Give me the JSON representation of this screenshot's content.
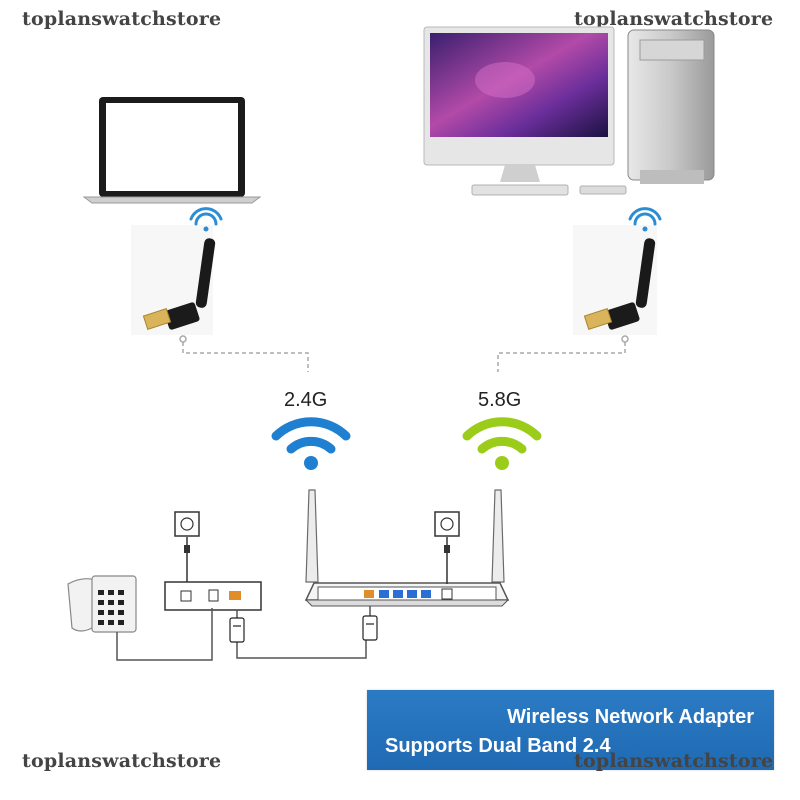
{
  "watermarks": {
    "top_left": "toplanswatchstore",
    "top_right": "toplanswatchstore",
    "bottom_left": "toplanswatchstore",
    "bottom_right": "toplanswatchstore"
  },
  "bands": {
    "left_label": "2.4G",
    "right_label": "5.8G",
    "left_color": "#1f7fd0",
    "right_color": "#9ccc1a"
  },
  "banner": {
    "line1": "Wireless Network Adapter",
    "line2": "Supports Dual Band 2.4",
    "background": "#2274bd"
  },
  "icons": {
    "laptop": "laptop-icon",
    "desktop": "desktop-computer-icon",
    "usb_adapter": "usb-wifi-adapter-icon",
    "wifi": "wifi-icon",
    "router": "router-icon",
    "modem": "modem-icon",
    "phone": "telephone-icon",
    "outlet": "power-outlet-icon"
  }
}
